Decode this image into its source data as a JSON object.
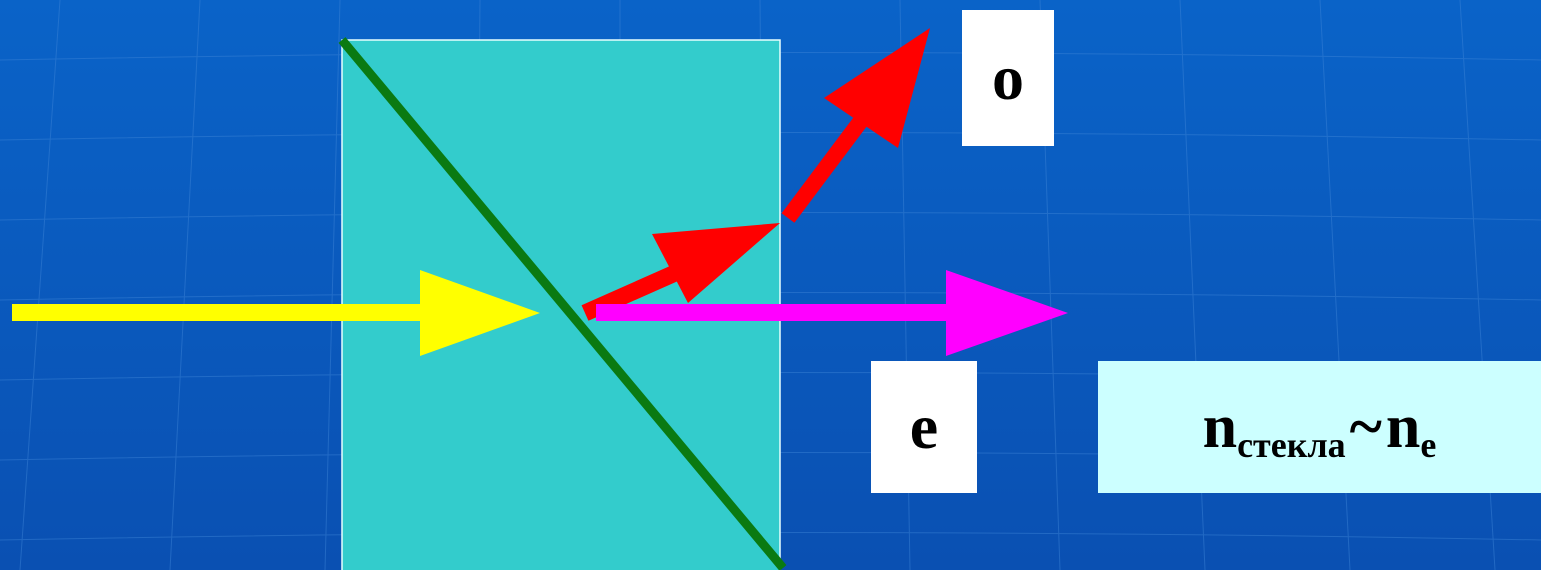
{
  "labels": {
    "o_ray": "o",
    "e_ray": "e"
  },
  "formula": {
    "n_left": "n",
    "sub_left": "стекла",
    "relation": "~",
    "n_right": "n",
    "sub_right": "e"
  },
  "colors": {
    "background_top": "#0a63c8",
    "background_bottom": "#0a4fb0",
    "grid": "#3f86d8",
    "prism": "#33cccc",
    "prism_border": "#e8ffff",
    "interface": "#0a7a12",
    "incident_ray": "#ffff00",
    "o_ray": "#ff0000",
    "e_ray": "#ff00ff",
    "label_box": "#ffffff",
    "formula_box": "#ccffff"
  }
}
